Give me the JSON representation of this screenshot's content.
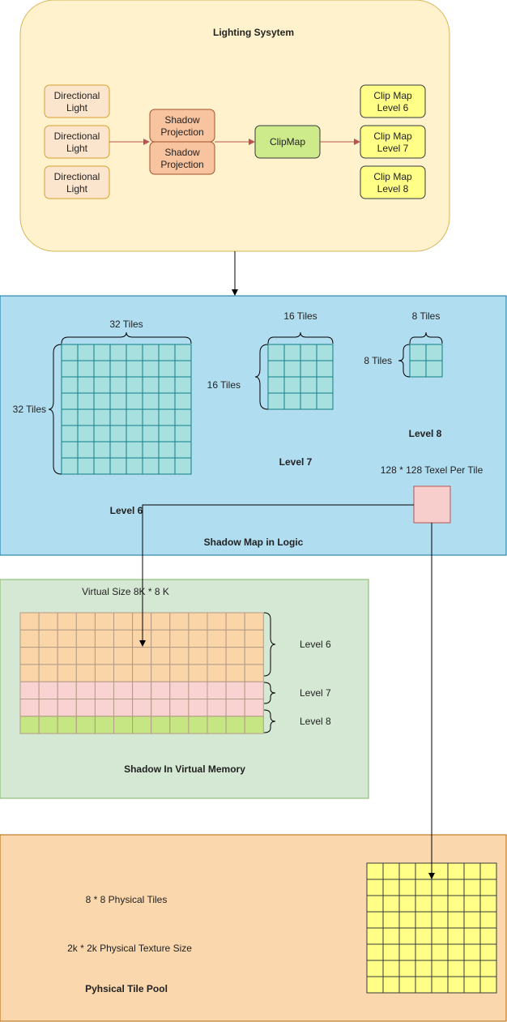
{
  "lighting": {
    "title": "Lighting Sysytem",
    "lights": [
      {
        "line1": "Directional",
        "line2": "Light"
      },
      {
        "line1": "Directional",
        "line2": "Light"
      },
      {
        "line1": "Directional",
        "line2": "Light"
      }
    ],
    "projections": [
      {
        "line1": "Shadow",
        "line2": "Projection"
      },
      {
        "line1": "Shadow",
        "line2": "Projection"
      }
    ],
    "clipmap": "ClipMap",
    "levels": [
      {
        "line1": "Clip Map",
        "line2": "Level 6"
      },
      {
        "line1": "Clip Map",
        "line2": "Level 7"
      },
      {
        "line1": "Clip Map",
        "line2": "Level 8"
      }
    ]
  },
  "logic": {
    "title": "Shadow Map in Logic",
    "level6": {
      "label": "Level 6",
      "top": "32 Tiles",
      "side": "32 Tiles"
    },
    "level7": {
      "label": "Level 7",
      "top": "16 Tiles",
      "side": "16 Tiles"
    },
    "level8": {
      "label": "Level 8",
      "top": "8 Tiles",
      "side": "8 Tiles"
    },
    "tile_note": "128 * 128 Texel Per Tile"
  },
  "virtual": {
    "title": "Shadow In Virtual Memory",
    "size": "Virtual Size 8K * 8 K",
    "levels": [
      "Level 6",
      "Level 7",
      "Level 8"
    ]
  },
  "physical": {
    "title": "Pyhsical Tile Pool",
    "tiles": "8 * 8 Physical Tiles",
    "texture": "2k * 2k Physical Texture Size"
  },
  "colors": {
    "lighting_bg": "#fff2cc",
    "logic_bg": "#b1ddf0",
    "virtual_bg": "#d5e8d4",
    "physical_bg": "#fad7ac",
    "light_box": "#fce5cd",
    "projection_box": "#f8c39f",
    "clipmap_box": "#cdeb8b",
    "level_box": "#ffff88",
    "logic_grid": "#a8e0e0",
    "virtual_l6": "#f9d5a8",
    "virtual_l7": "#f8d3d1",
    "virtual_l8": "#c6e583",
    "physical_grid": "#ffff88",
    "tile": "#f8cecc"
  }
}
